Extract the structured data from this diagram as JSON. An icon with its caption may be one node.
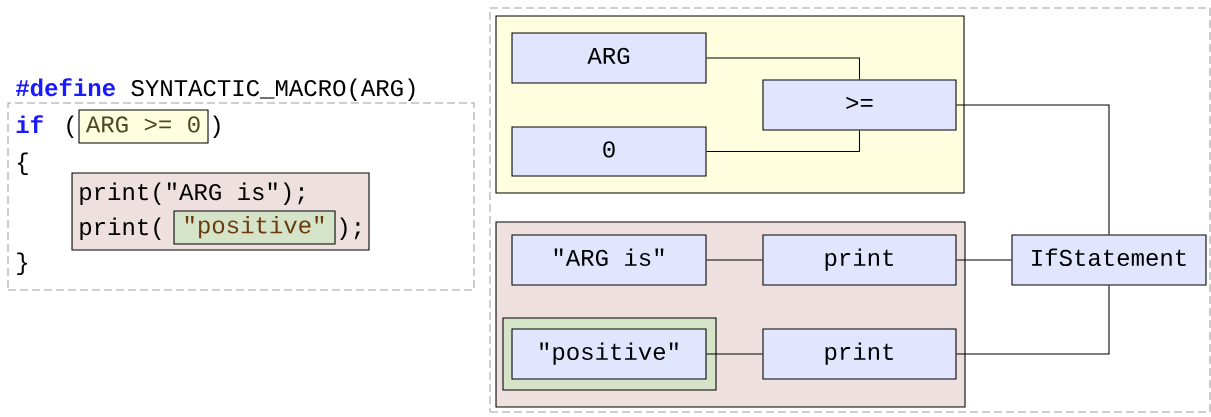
{
  "diagram": {
    "nodes": [
      {
        "text": [
          "#define",
          "SYNTACTIC_MACRO(ARG)",
          "if",
          "(",
          ")",
          "{",
          "}"
        ]
      },
      {
        "text": [
          "ARG >= 0"
        ],
        "in": 0
      },
      {
        "text": [
          "print(\"ARG is\");",
          "print(",
          ");"
        ],
        "in": 0
      },
      {
        "text": [
          "\"positive\""
        ],
        "in": 2
      },
      {
        "text": [],
        "shape": "box"
      },
      {
        "text": [],
        "shape": "box",
        "in": 4
      },
      {
        "text": [
          "ARG"
        ],
        "in": 5
      },
      {
        "text": [
          ">="
        ],
        "in": 5
      },
      {
        "text": [
          "0"
        ],
        "in": 5
      },
      {
        "text": [],
        "shape": "box",
        "in": 4
      },
      {
        "text": [
          "\"ARG is\""
        ],
        "in": 9
      },
      {
        "text": [
          "print"
        ],
        "in": 9
      },
      {
        "text": [],
        "shape": "box",
        "in": 9
      },
      {
        "text": [
          "\"positive\""
        ],
        "in": 12
      },
      {
        "text": [
          "print"
        ],
        "in": 9
      },
      {
        "text": [
          "IfStatement"
        ],
        "in": 4
      }
    ],
    "edges": [
      {
        "from": 6,
        "to": 7,
        "arrow": "none"
      },
      {
        "from": 8,
        "to": 7,
        "arrow": "none"
      },
      {
        "from": 7,
        "to": 15,
        "arrow": "none"
      },
      {
        "from": 10,
        "to": 11,
        "arrow": "none"
      },
      {
        "from": 11,
        "to": 15,
        "arrow": "none"
      },
      {
        "from": 13,
        "to": 14,
        "arrow": "none"
      },
      {
        "from": 14,
        "to": 15,
        "arrow": "none"
      }
    ]
  }
}
